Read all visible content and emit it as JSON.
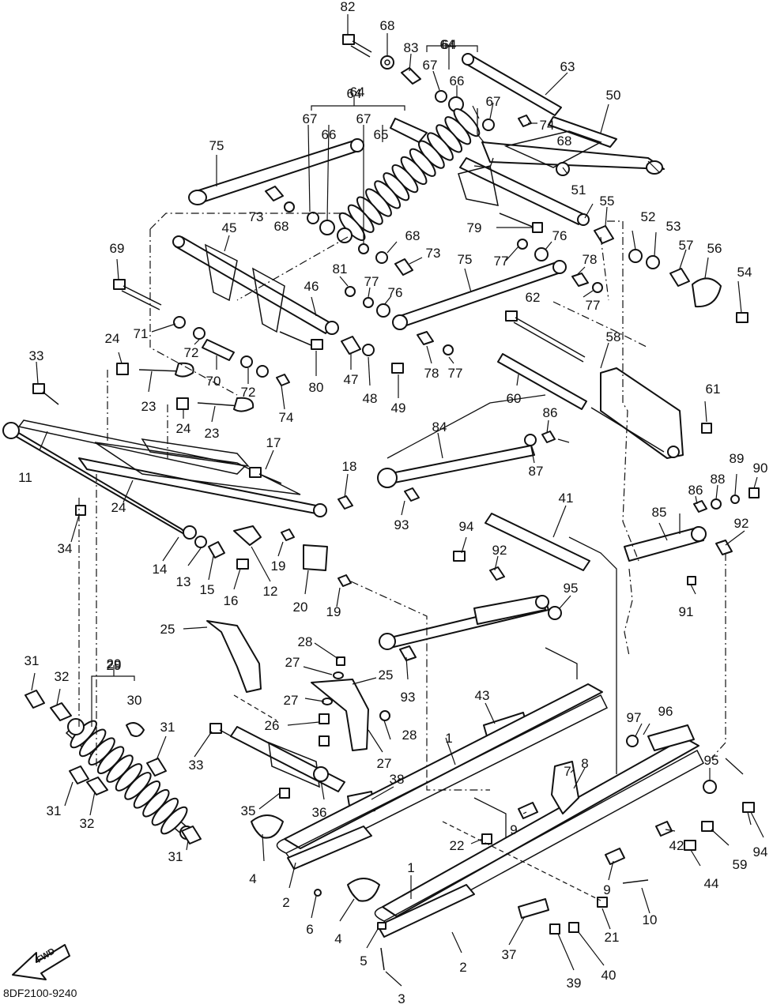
{
  "diagram": {
    "drawing_code": "8DF2100-9240",
    "direction_label": "FWD",
    "bracket_labels": [
      "64",
      "64",
      "29"
    ],
    "callouts": [
      "82",
      "68",
      "83",
      "64",
      "67",
      "66",
      "63",
      "67",
      "74",
      "50",
      "68",
      "64",
      "67",
      "66",
      "67",
      "65",
      "75",
      "73",
      "68",
      "51",
      "55",
      "45",
      "69",
      "68",
      "73",
      "81",
      "77",
      "76",
      "79",
      "77",
      "76",
      "52",
      "53",
      "57",
      "56",
      "54",
      "75",
      "46",
      "78",
      "77",
      "71",
      "72",
      "70",
      "72",
      "80",
      "47",
      "48",
      "49",
      "78",
      "77",
      "62",
      "58",
      "60",
      "61",
      "24",
      "33",
      "23",
      "74",
      "24",
      "23",
      "84",
      "86",
      "87",
      "93",
      "17",
      "18",
      "11",
      "24",
      "34",
      "14",
      "13",
      "15",
      "16",
      "12",
      "19",
      "20",
      "19",
      "41",
      "94",
      "92",
      "95",
      "85",
      "86",
      "88",
      "89",
      "90",
      "92",
      "91",
      "25",
      "28",
      "27",
      "25",
      "27",
      "26",
      "28",
      "27",
      "93",
      "43",
      "31",
      "32",
      "29",
      "30",
      "31",
      "33",
      "35",
      "36",
      "38",
      "1",
      "7",
      "8",
      "97",
      "96",
      "95",
      "31",
      "32",
      "31",
      "4",
      "2",
      "6",
      "4",
      "22",
      "9",
      "42",
      "44",
      "59",
      "94",
      "1",
      "9",
      "10",
      "5",
      "37",
      "2",
      "21",
      "39",
      "40",
      "3"
    ]
  }
}
